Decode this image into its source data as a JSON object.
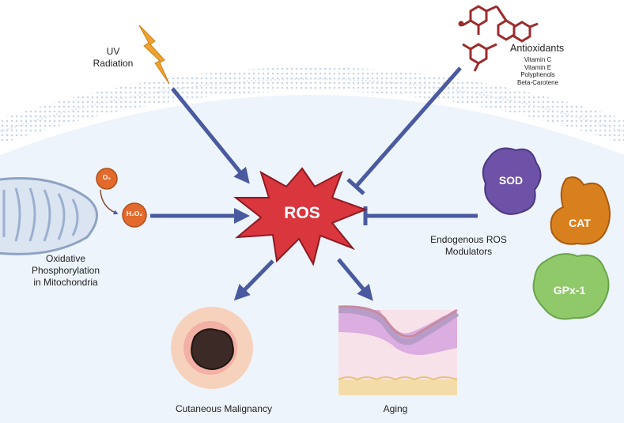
{
  "labels": {
    "uv": "UV\nRadiation",
    "antioxidants_title": "Antioxidants",
    "antioxidants_items": [
      "Vitamin C",
      "Vitamin E",
      "Polyphenols",
      "Beta-Carotene"
    ],
    "ros": "ROS",
    "oxidative": "Oxidative\nPhosphorylation\nin Mitochondria",
    "endogenous": "Endogenous ROS\nModulators",
    "cutaneous": "Cutaneous Malignancy",
    "aging": "Aging",
    "o2": "O₂",
    "h2o2": "H₂O₂"
  },
  "enzymes": [
    "SOD",
    "CAT",
    "GPx-1"
  ],
  "colors": {
    "arrow": "#4a5aa0",
    "ros_fill": "#d9363e",
    "ros_stroke": "#8e1b21",
    "sod": "#6d52a8",
    "cat": "#d9801e",
    "gpx": "#8fc96a",
    "mito": "#8ea3c4",
    "molecule": "#9c2b2b",
    "lightning": "#f0a230",
    "orange_circle": "#e26a2c",
    "membrane": "#d6e4f2"
  },
  "icons": [
    "lightning-icon",
    "molecule-icon",
    "mitochondria-icon",
    "lesion-icon",
    "skin-layer-icon"
  ]
}
